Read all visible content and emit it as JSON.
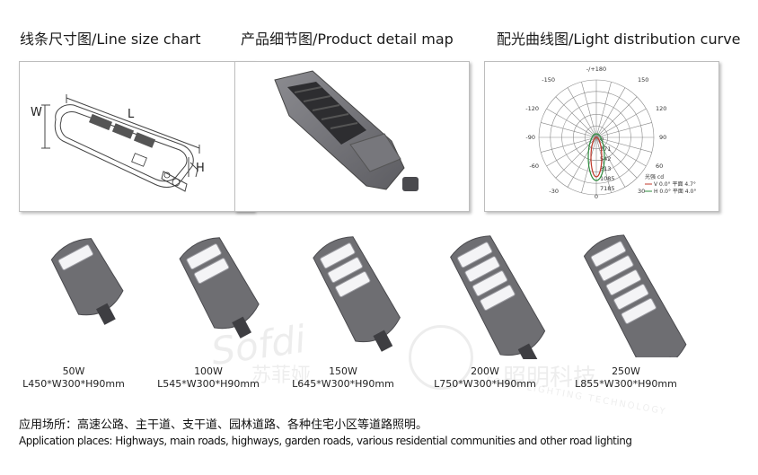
{
  "sections": [
    {
      "title": "线条尺寸图/Line size chart"
    },
    {
      "title": "产品细节图/Product detail map"
    },
    {
      "title": "配光曲线图/Light distribution curve"
    }
  ],
  "line_chart": {
    "w": "W",
    "l": "L",
    "h": "H"
  },
  "polar": {
    "top_label": "-/+180",
    "angles": [
      "-150",
      "150",
      "-120",
      "120",
      "-90",
      "90",
      "-60",
      "60",
      "-30",
      "30",
      "0"
    ],
    "radial": [
      "0",
      "271",
      "542",
      "813",
      "1085",
      "7185"
    ],
    "legend_title": "光强 cd",
    "legend_a": "V 0.0° 平面 4.7°",
    "legend_b": "H 0.0° 平面 4.0°"
  },
  "products": [
    {
      "power": "50W",
      "size": "L450*W300*H90mm",
      "modules": 1
    },
    {
      "power": "100W",
      "size": "L545*W300*H90mm",
      "modules": 2
    },
    {
      "power": "150W",
      "size": "L645*W300*H90mm",
      "modules": 3
    },
    {
      "power": "200W",
      "size": "L750*W300*H90mm",
      "modules": 4
    },
    {
      "power": "250W",
      "size": "L855*W300*H90mm",
      "modules": 5
    }
  ],
  "footer": {
    "cn": "应用场所：高速公路、主干道、支干道、园林道路、各种住宅小区等道路照明。",
    "en": "Application places: Highways, main roads, highways, garden roads, various residential communities and other road lighting"
  },
  "watermark": {
    "brand": "Sofdi",
    "cn1": "苏菲娅",
    "cn2": "照明科技",
    "en": "SOFDI LIGHTING TECHNOLOGY"
  },
  "colors": {
    "body": "#6e6e72",
    "panel": "#f2f2f2",
    "curve_red": "#c0392b",
    "curve_green": "#2e8b3e"
  }
}
